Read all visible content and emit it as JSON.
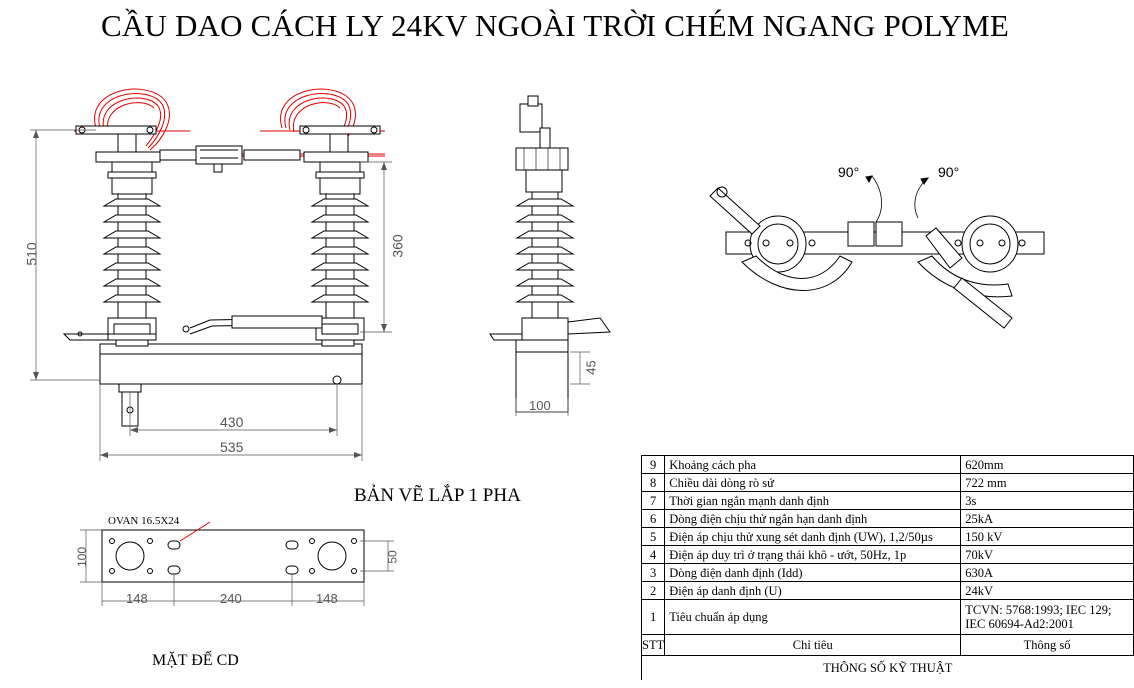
{
  "title": "CẦU DAO CÁCH LY 24KV NGOÀI TRỜI CHÉM NGANG POLYME",
  "front_view": {
    "dim_height_total": "510",
    "dim_height_insulator": "360",
    "dim_pole_spacing": "430",
    "dim_base_length": "535"
  },
  "side_view": {
    "dim_base_height": "45",
    "dim_base_width": "100"
  },
  "top_view": {
    "angle_left": "90°",
    "angle_right": "90°"
  },
  "assembly_caption": "BẢN VẼ LẮP 1 PHA",
  "base_plate": {
    "oval_label": "OVAN 16.5X24",
    "dim_width": "100",
    "dim_hole_spacing": "50",
    "dim_left": "148",
    "dim_middle": "240",
    "dim_right": "148",
    "caption": "MẶT ĐẾ CD"
  },
  "spec_table": {
    "rows": [
      {
        "no": "9",
        "criterion": "Khoảng  cách pha",
        "value": "620mm"
      },
      {
        "no": "8",
        "criterion": "Chiều dài dòng rò sứ",
        "value": "722 mm"
      },
      {
        "no": "7",
        "criterion": "Thời gian ngắn mạnh danh định",
        "value": "3s"
      },
      {
        "no": "6",
        "criterion": "Dòng điện chịu thử ngắn hạn danh định",
        "value": "25kA"
      },
      {
        "no": "5",
        "criterion": "Điện áp chịu thử xung sét danh định (UW), 1,2/50µs",
        "value": "150 kV"
      },
      {
        "no": "4",
        "criterion": "Điện áp duy trì ở trạng thái khô - ướt, 50Hz, 1p",
        "value": "70kV"
      },
      {
        "no": "3",
        "criterion": "Dòng điện danh định (Idd)",
        "value": "630A"
      },
      {
        "no": "2",
        "criterion": "Điện áp danh định (U)",
        "value": "24kV"
      },
      {
        "no": "1",
        "criterion": "Tiêu chuẩn áp dụng",
        "value": "TCVN: 5768:1993; IEC 129; IEC 60694-Ad2:2001"
      }
    ],
    "header": {
      "no": "STT",
      "criterion": "Chỉ tiêu",
      "value": "Thông số"
    },
    "caption": "THÔNG SỐ KỸ THUẬT"
  }
}
